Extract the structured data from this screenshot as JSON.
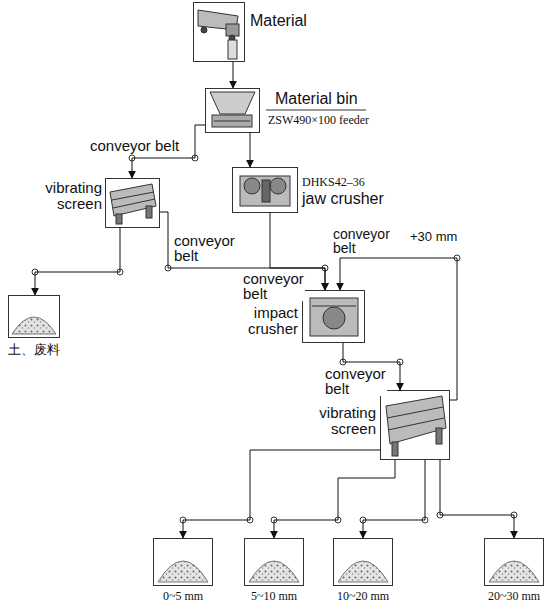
{
  "diagram": {
    "nodes": [
      {
        "text": [
          "Material"
        ]
      },
      {
        "text": [
          "Material bin",
          "ZSW490×100 feeder"
        ]
      },
      {
        "text": [
          "vibrating screen"
        ]
      },
      {
        "text": [
          "DHKS42–36",
          "jaw crusher"
        ]
      },
      {
        "text": [
          "土、废料"
        ]
      },
      {
        "text": [
          "impact crusher"
        ]
      },
      {
        "text": [
          "vibrating screen"
        ]
      },
      {
        "text": [
          "0~5 mm"
        ]
      },
      {
        "text": [
          "5~10 mm"
        ]
      },
      {
        "text": [
          "10~20 mm"
        ]
      },
      {
        "text": [
          "20~30 mm"
        ]
      }
    ],
    "edges": [
      {
        "from": 0,
        "to": 1,
        "arrow": "to"
      },
      {
        "from": 1,
        "to": 2,
        "arrow": "to",
        "label": "conveyor belt"
      },
      {
        "from": 1,
        "to": 3,
        "arrow": "to"
      },
      {
        "from": 2,
        "to": 4,
        "arrow": "to"
      },
      {
        "from": 2,
        "to": 5,
        "arrow": "to",
        "label": "conveyor belt"
      },
      {
        "from": 3,
        "to": 5,
        "arrow": "to",
        "label": "conveyor belt"
      },
      {
        "from": 6,
        "to": 5,
        "arrow": "to",
        "label": "conveyor belt"
      },
      {
        "from": 5,
        "to": 6,
        "arrow": "to",
        "label": "conveyor belt"
      },
      {
        "from": 6,
        "to": 7,
        "arrow": "to"
      },
      {
        "from": 6,
        "to": 8,
        "arrow": "to"
      },
      {
        "from": 6,
        "to": 9,
        "arrow": "to"
      },
      {
        "from": 6,
        "to": 10,
        "arrow": "to"
      }
    ],
    "labels": [
      "+30 mm"
    ]
  }
}
